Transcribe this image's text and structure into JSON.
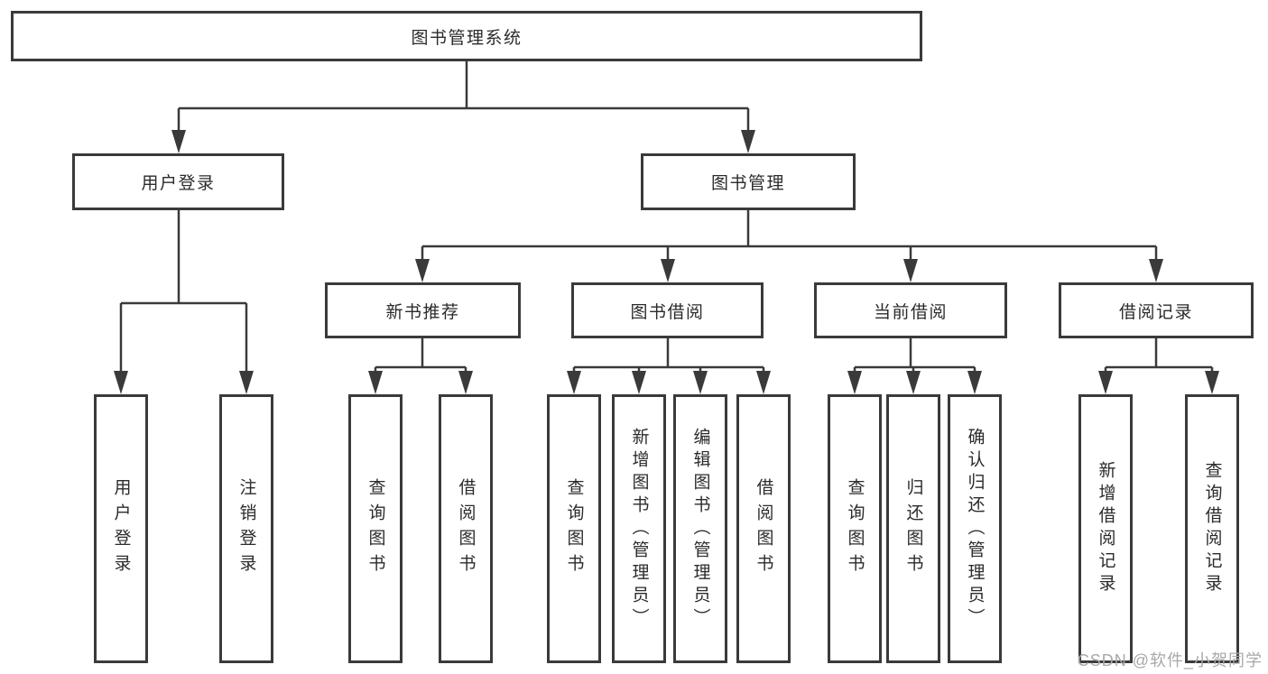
{
  "tree": {
    "root": {
      "label": "图书管理系统"
    },
    "level2": [
      {
        "label": "用户登录"
      },
      {
        "label": "图书管理"
      }
    ],
    "level3": [
      {
        "label": "新书推荐",
        "parent": "图书管理"
      },
      {
        "label": "图书借阅",
        "parent": "图书管理"
      },
      {
        "label": "当前借阅",
        "parent": "图书管理"
      },
      {
        "label": "借阅记录",
        "parent": "图书管理"
      }
    ],
    "leaves": [
      {
        "label": "用户登录",
        "parent": "用户登录"
      },
      {
        "label": "注销登录",
        "parent": "用户登录"
      },
      {
        "label": "查询图书",
        "parent": "新书推荐"
      },
      {
        "label": "借阅图书",
        "parent": "新书推荐"
      },
      {
        "label": "查询图书",
        "parent": "图书借阅"
      },
      {
        "label": "新增图书（管理员）",
        "parent": "图书借阅"
      },
      {
        "label": "编辑图书（管理员）",
        "parent": "图书借阅"
      },
      {
        "label": "借阅图书",
        "parent": "图书借阅"
      },
      {
        "label": "查询图书",
        "parent": "当前借阅"
      },
      {
        "label": "归还图书",
        "parent": "当前借阅"
      },
      {
        "label": "确认归还（管理员）",
        "parent": "当前借阅"
      },
      {
        "label": "新增借阅记录",
        "parent": "借阅记录"
      },
      {
        "label": "查询借阅记录",
        "parent": "借阅记录"
      }
    ]
  },
  "watermark": {
    "text": "CSDN @软件_小贺同学"
  },
  "colors": {
    "line": "#3a3a3a",
    "border": "#3a3a3a",
    "text": "#2b2b2b",
    "watermark": "#a8a8a8",
    "background": "#ffffff"
  }
}
